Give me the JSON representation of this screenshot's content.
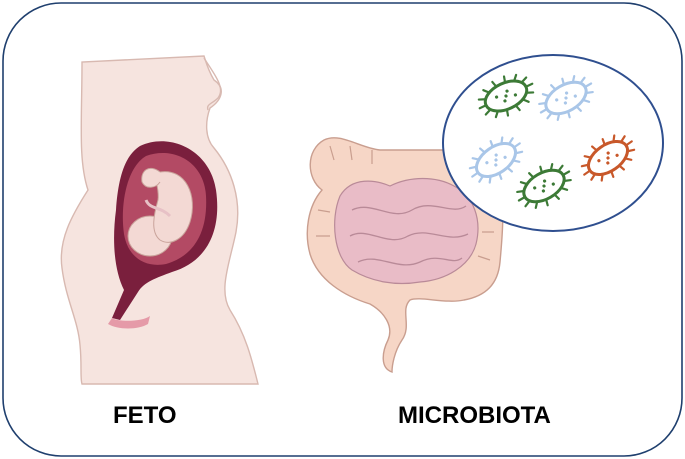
{
  "labels": {
    "left": "FETO",
    "right": "MICROBIOTA"
  },
  "colors": {
    "frame": "#1f3f6e",
    "skin": "#f6e4df",
    "skin_outline": "#c9a39b",
    "womb": "#7a1f3d",
    "fetus": "#f3d9d4",
    "intestine": "#e9bcc7",
    "colon": "#f6d6c6",
    "bubble_border": "#2f4f8f",
    "bacteria_green": "#3c7a36",
    "bacteria_blue": "#a9c6e8",
    "bacteria_orange": "#c8582a"
  },
  "icons": [
    "pregnant-woman-illustration",
    "fetus-illustration",
    "intestine-illustration",
    "bacteria-icon"
  ]
}
